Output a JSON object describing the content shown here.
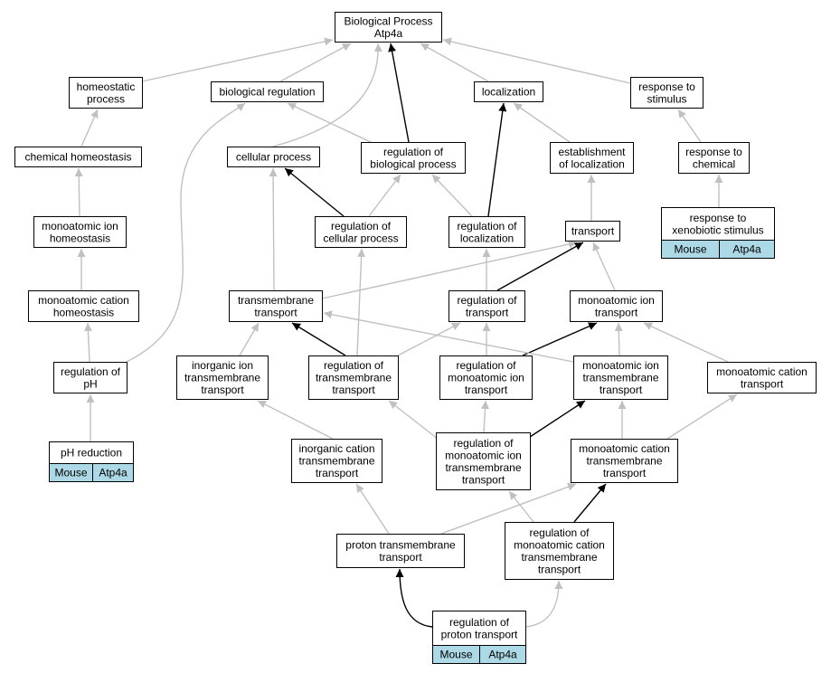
{
  "colors": {
    "edge_default": "#c0c0c0",
    "edge_highlight": "#000000",
    "tag_fill": "#add8e6",
    "node_fill": "#ffffff",
    "node_border": "#000000"
  },
  "nodes": [
    {
      "id": "bp",
      "lines": [
        "Biological Process",
        "Atp4a"
      ]
    },
    {
      "id": "homeostatic",
      "lines": [
        "homeostatic",
        "process"
      ]
    },
    {
      "id": "bioreg",
      "lines": [
        "biological regulation"
      ]
    },
    {
      "id": "localization",
      "lines": [
        "localization"
      ]
    },
    {
      "id": "resp_stim",
      "lines": [
        "response to",
        "stimulus"
      ]
    },
    {
      "id": "chem_homeo",
      "lines": [
        "chemical homeostasis"
      ]
    },
    {
      "id": "cellular",
      "lines": [
        "cellular process"
      ]
    },
    {
      "id": "reg_bp",
      "lines": [
        "regulation of",
        "biological process"
      ]
    },
    {
      "id": "est_loc",
      "lines": [
        "establishment",
        "of localization"
      ]
    },
    {
      "id": "resp_chem",
      "lines": [
        "response to",
        "chemical"
      ]
    },
    {
      "id": "ion_homeo",
      "lines": [
        "monoatomic ion",
        "homeostasis"
      ]
    },
    {
      "id": "reg_cell",
      "lines": [
        "regulation of",
        "cellular process"
      ]
    },
    {
      "id": "reg_loc",
      "lines": [
        "regulation of",
        "localization"
      ]
    },
    {
      "id": "transport",
      "lines": [
        "transport"
      ]
    },
    {
      "id": "xeno",
      "lines": [
        "response to",
        "xenobiotic stimulus"
      ],
      "tags": [
        "Mouse",
        "Atp4a"
      ]
    },
    {
      "id": "cation_homeo",
      "lines": [
        "monoatomic cation",
        "homeostasis"
      ]
    },
    {
      "id": "tm_transport",
      "lines": [
        "transmembrane",
        "transport"
      ]
    },
    {
      "id": "reg_transport",
      "lines": [
        "regulation of",
        "transport"
      ]
    },
    {
      "id": "ion_transport",
      "lines": [
        "monoatomic ion",
        "transport"
      ]
    },
    {
      "id": "reg_ph",
      "lines": [
        "regulation of",
        "pH"
      ]
    },
    {
      "id": "inorg_ion_tm",
      "lines": [
        "inorganic ion",
        "transmembrane",
        "transport"
      ]
    },
    {
      "id": "reg_tm",
      "lines": [
        "regulation of",
        "transmembrane",
        "transport"
      ]
    },
    {
      "id": "reg_ion_transport",
      "lines": [
        "regulation of",
        "monoatomic ion",
        "transport"
      ]
    },
    {
      "id": "ion_tm",
      "lines": [
        "monoatomic ion",
        "transmembrane",
        "transport"
      ]
    },
    {
      "id": "cation_transport",
      "lines": [
        "monoatomic cation",
        "transport"
      ]
    },
    {
      "id": "ph_red",
      "lines": [
        "pH reduction"
      ],
      "tags": [
        "Mouse",
        "Atp4a"
      ]
    },
    {
      "id": "inorg_cation_tm",
      "lines": [
        "inorganic cation",
        "transmembrane",
        "transport"
      ]
    },
    {
      "id": "reg_ion_tm",
      "lines": [
        "regulation of",
        "monoatomic ion",
        "transmembrane",
        "transport"
      ]
    },
    {
      "id": "cation_tm",
      "lines": [
        "monoatomic cation",
        "transmembrane",
        "transport"
      ]
    },
    {
      "id": "proton_tm",
      "lines": [
        "proton transmembrane",
        "transport"
      ]
    },
    {
      "id": "reg_cation_tm",
      "lines": [
        "regulation of",
        "monoatomic cation",
        "transmembrane",
        "transport"
      ]
    },
    {
      "id": "reg_proton",
      "lines": [
        "regulation of",
        "proton transport"
      ],
      "tags": [
        "Mouse",
        "Atp4a"
      ]
    }
  ],
  "edges": [
    {
      "from": "homeostatic",
      "to": "bp",
      "style": "gray"
    },
    {
      "from": "bioreg",
      "to": "bp",
      "style": "gray"
    },
    {
      "from": "localization",
      "to": "bp",
      "style": "gray"
    },
    {
      "from": "resp_stim",
      "to": "bp",
      "style": "gray"
    },
    {
      "from": "cellular",
      "to": "bp",
      "style": "gray"
    },
    {
      "from": "reg_bp",
      "to": "bp",
      "style": "black"
    },
    {
      "from": "chem_homeo",
      "to": "homeostatic",
      "style": "gray"
    },
    {
      "from": "reg_bp",
      "to": "bioreg",
      "style": "gray"
    },
    {
      "from": "est_loc",
      "to": "localization",
      "style": "gray"
    },
    {
      "from": "reg_loc",
      "to": "localization",
      "style": "black"
    },
    {
      "from": "resp_chem",
      "to": "resp_stim",
      "style": "gray"
    },
    {
      "from": "ion_homeo",
      "to": "chem_homeo",
      "style": "gray"
    },
    {
      "from": "reg_cell",
      "to": "cellular",
      "style": "black"
    },
    {
      "from": "reg_cell",
      "to": "reg_bp",
      "style": "gray"
    },
    {
      "from": "reg_loc",
      "to": "reg_bp",
      "style": "gray"
    },
    {
      "from": "transport",
      "to": "est_loc",
      "style": "gray"
    },
    {
      "from": "xeno",
      "to": "resp_chem",
      "style": "gray"
    },
    {
      "from": "cation_homeo",
      "to": "ion_homeo",
      "style": "gray"
    },
    {
      "from": "tm_transport",
      "to": "cellular",
      "style": "gray"
    },
    {
      "from": "tm_transport",
      "to": "transport",
      "style": "gray"
    },
    {
      "from": "reg_transport",
      "to": "reg_loc",
      "style": "gray"
    },
    {
      "from": "reg_transport",
      "to": "transport",
      "style": "black"
    },
    {
      "from": "ion_transport",
      "to": "transport",
      "style": "gray"
    },
    {
      "from": "reg_ph",
      "to": "cation_homeo",
      "style": "gray"
    },
    {
      "from": "reg_ph",
      "to": "bioreg",
      "style": "gray"
    },
    {
      "from": "inorg_ion_tm",
      "to": "tm_transport",
      "style": "gray"
    },
    {
      "from": "reg_tm",
      "to": "tm_transport",
      "style": "black"
    },
    {
      "from": "reg_tm",
      "to": "reg_cell",
      "style": "gray"
    },
    {
      "from": "reg_tm",
      "to": "reg_transport",
      "style": "gray"
    },
    {
      "from": "reg_ion_transport",
      "to": "reg_transport",
      "style": "gray"
    },
    {
      "from": "reg_ion_transport",
      "to": "ion_transport",
      "style": "black"
    },
    {
      "from": "ion_tm",
      "to": "ion_transport",
      "style": "gray"
    },
    {
      "from": "ion_tm",
      "to": "tm_transport",
      "style": "gray"
    },
    {
      "from": "cation_transport",
      "to": "ion_transport",
      "style": "gray"
    },
    {
      "from": "ph_red",
      "to": "reg_ph",
      "style": "gray"
    },
    {
      "from": "inorg_cation_tm",
      "to": "inorg_ion_tm",
      "style": "gray"
    },
    {
      "from": "reg_ion_tm",
      "to": "reg_tm",
      "style": "gray"
    },
    {
      "from": "reg_ion_tm",
      "to": "reg_ion_transport",
      "style": "gray"
    },
    {
      "from": "reg_ion_tm",
      "to": "ion_tm",
      "style": "black"
    },
    {
      "from": "cation_tm",
      "to": "ion_tm",
      "style": "gray"
    },
    {
      "from": "cation_tm",
      "to": "cation_transport",
      "style": "gray"
    },
    {
      "from": "proton_tm",
      "to": "inorg_cation_tm",
      "style": "gray"
    },
    {
      "from": "proton_tm",
      "to": "cation_tm",
      "style": "gray"
    },
    {
      "from": "reg_cation_tm",
      "to": "cation_tm",
      "style": "black"
    },
    {
      "from": "reg_cation_tm",
      "to": "reg_ion_tm",
      "style": "gray"
    },
    {
      "from": "reg_proton",
      "to": "proton_tm",
      "style": "black"
    },
    {
      "from": "reg_proton",
      "to": "reg_cation_tm",
      "style": "gray"
    }
  ]
}
